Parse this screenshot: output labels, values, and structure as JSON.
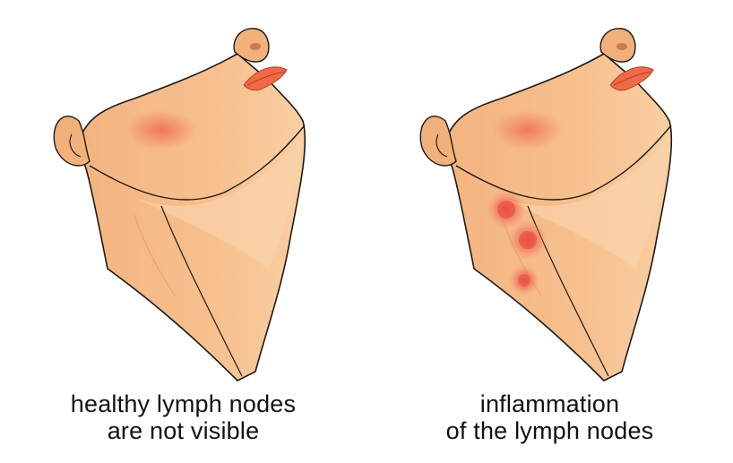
{
  "colors": {
    "skin": "#F7C08E",
    "skin_shadow": "#EFB07A",
    "skin_light": "#FAD3AB",
    "outline": "#1A1A1A",
    "lips": "#F06A45",
    "blush": "#F08A6A",
    "node_red": "#E8433B",
    "background": "#FFFFFF"
  },
  "panels": {
    "healthy": {
      "caption_line1": "healthy lymph nodes",
      "caption_line2": "are not visible"
    },
    "inflamed": {
      "caption_line1": "inflammation",
      "caption_line2": "of the lymph nodes"
    }
  }
}
